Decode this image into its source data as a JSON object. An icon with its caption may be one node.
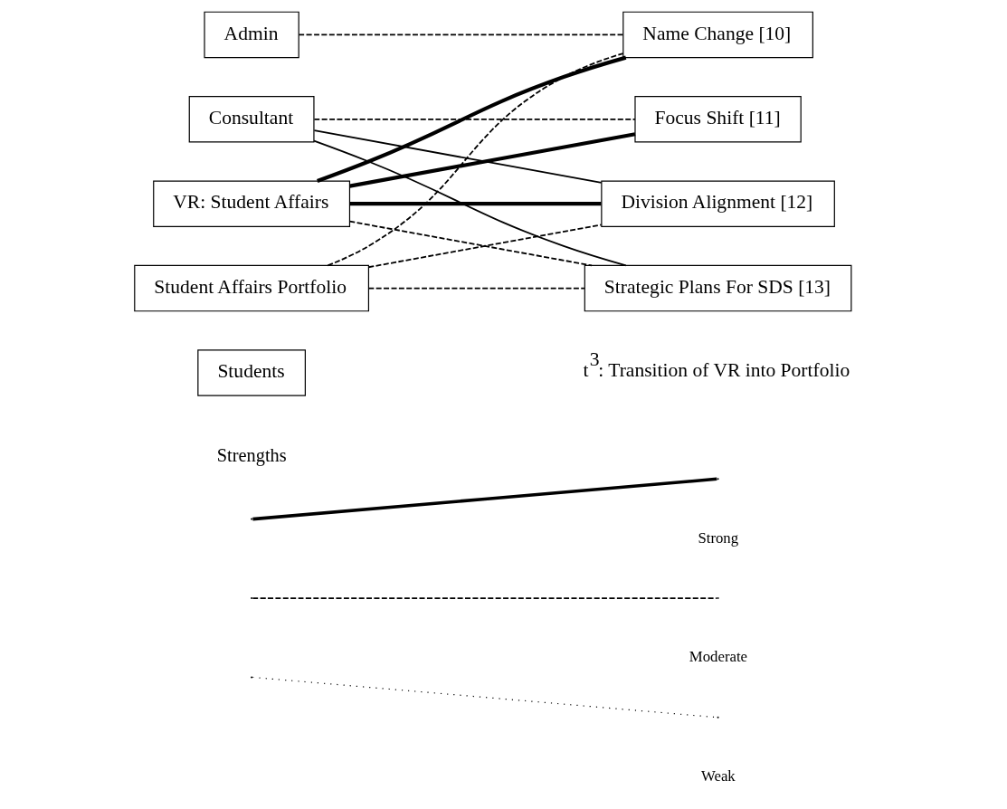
{
  "diagram": {
    "nodes": [
      {
        "text": [
          "Admin"
        ]
      },
      {
        "text": [
          "Consultant"
        ]
      },
      {
        "text": [
          "VR: Student Affairs"
        ]
      },
      {
        "text": [
          "Student Affairs Portfolio"
        ]
      },
      {
        "text": [
          "Students"
        ]
      },
      {
        "text": [
          "Name Change [10]"
        ]
      },
      {
        "text": [
          "Focus Shift [11]"
        ]
      },
      {
        "text": [
          "Division Alignment [12]"
        ]
      },
      {
        "text": [
          "Strategic Plans For SDS [13]"
        ]
      }
    ],
    "edges": [
      {
        "from": 0,
        "to": 5,
        "arrow": "none",
        "style": "dashed"
      },
      {
        "from": 1,
        "to": 6,
        "arrow": "none",
        "style": "dashed"
      },
      {
        "from": 1,
        "to": 7,
        "arrow": "none"
      },
      {
        "from": 1,
        "to": 8,
        "arrow": "none"
      },
      {
        "from": 2,
        "to": 5,
        "arrow": "none",
        "style": "thick"
      },
      {
        "from": 2,
        "to": 6,
        "arrow": "none",
        "style": "thick"
      },
      {
        "from": 2,
        "to": 7,
        "arrow": "none",
        "style": "thick"
      },
      {
        "from": 2,
        "to": 8,
        "arrow": "none",
        "style": "dashed"
      },
      {
        "from": 3,
        "to": 5,
        "arrow": "none",
        "style": "dashed"
      },
      {
        "from": 3,
        "to": 7,
        "arrow": "none",
        "style": "dashed"
      },
      {
        "from": 3,
        "to": 8,
        "arrow": "none",
        "style": "dashed"
      }
    ],
    "labels": [
      "Strengths",
      "t$^{3}$: Transition of VR into Portfolio"
    ],
    "legend": [
      {
        "text": "Strong"
      },
      {
        "text": "Moderate"
      },
      {
        "text": "Weak"
      }
    ]
  }
}
